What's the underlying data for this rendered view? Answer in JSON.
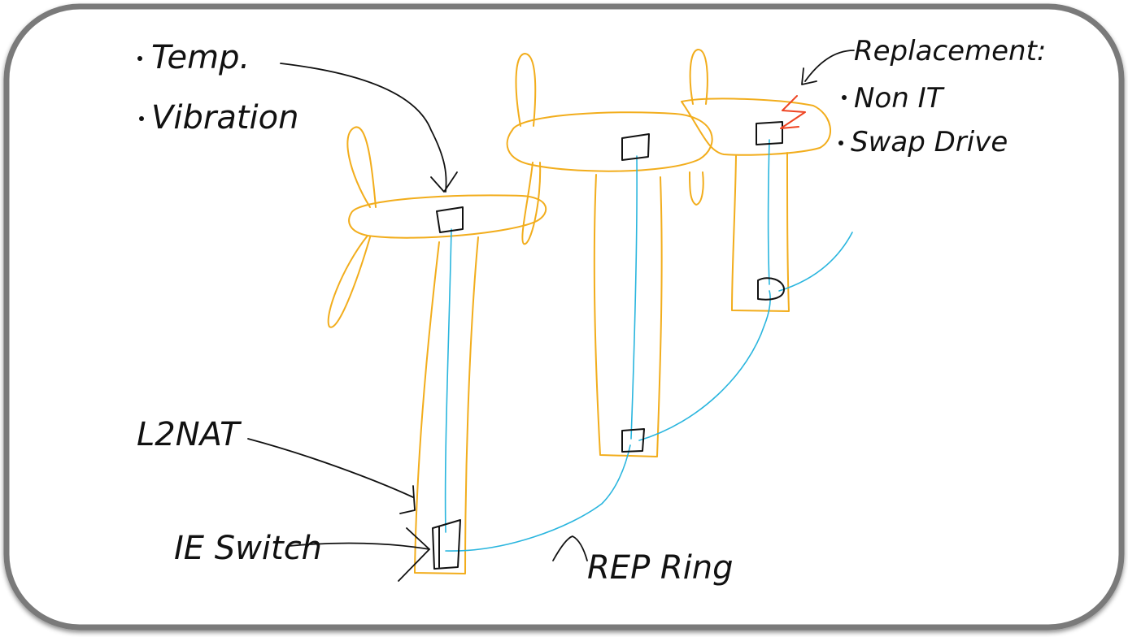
{
  "labels": {
    "temp": "Temp.",
    "vibration": "Vibration",
    "replacement": "Replacement:",
    "non_it": "Non IT",
    "swap_drive": "Swap Drive",
    "l2nat": "L2NAT",
    "ie_switch": "IE Switch",
    "rep_ring": "REP Ring"
  },
  "colors": {
    "turbine": "#f2ad1c",
    "network": "#29b5de",
    "ink": "#111111",
    "alert": "#ee4422",
    "frame": "#7a7a7a"
  }
}
